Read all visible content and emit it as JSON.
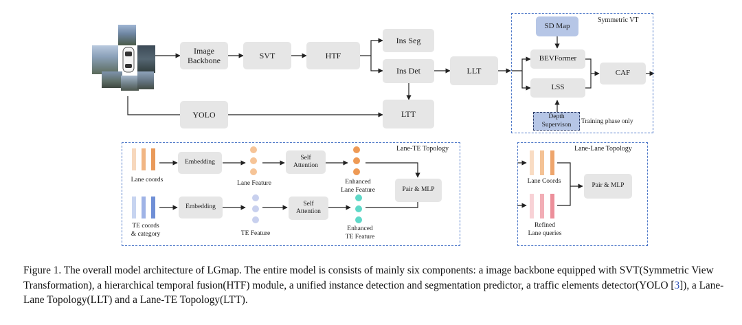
{
  "pipeline": {
    "image_backbone": "Image\nBackbone",
    "svt": "SVT",
    "htf": "HTF",
    "ins_seg": "Ins Seg",
    "ins_det": "Ins Det",
    "llt": "LLT",
    "yolo": "YOLO",
    "ltt": "LTT"
  },
  "symmetric_vt": {
    "title": "Symmetric VT",
    "sd_map": "SD Map",
    "bevformer": "BEVFormer",
    "lss": "LSS",
    "caf": "CAF",
    "depth_supervision": "Depth\nSupervison",
    "training_note": "Training phase only"
  },
  "lane_te_topology": {
    "title": "Lane-TE Topology",
    "lane_coords": "Lane coords",
    "embedding_top": "Embedding",
    "lane_feature": "Lane Feature",
    "self_attention_top": "Self\nAttention",
    "enhanced_lane_feature": "Enhanced\nLane Feature",
    "pair_mlp": "Pair & MLP",
    "te_coords": "TE coords\n& category",
    "embedding_bottom": "Embedding",
    "te_feature": "TE Feature",
    "self_attention_bottom": "Self\nAttention",
    "enhanced_te_feature": "Enhanced\nTE Feature"
  },
  "lane_lane_topology": {
    "title": "Lane-Lane Topology",
    "lane_coords": "Lane Coords",
    "refined_queries": "Refined\nLane queries",
    "pair_mlp": "Pair & MLP"
  },
  "caption": {
    "part1": "Figure 1. The overall model architecture of LGmap. The entire model is consists of mainly six components: a image backbone equipped with SVT(Symmetric View Transformation), a hierarchical temporal fusion(HTF) module, a unified instance detection and segmentation predictor, a traffic elements detector(YOLO [",
    "ref": "3",
    "part2": "]), a Lane-Lane Topology(LLT) and a Lane-TE Topology(LTT)."
  },
  "colors": {
    "block_gray": "#e6e6e6",
    "block_blue": "#b6c6e6",
    "dashed_border": "#4f79c9",
    "lane_orange": "#f0a868",
    "te_blue": "#6f8fd6",
    "enhanced_te_teal": "#5fd8c8",
    "refined_pink": "#ec8f9a",
    "citation_blue": "#2f53b8"
  }
}
